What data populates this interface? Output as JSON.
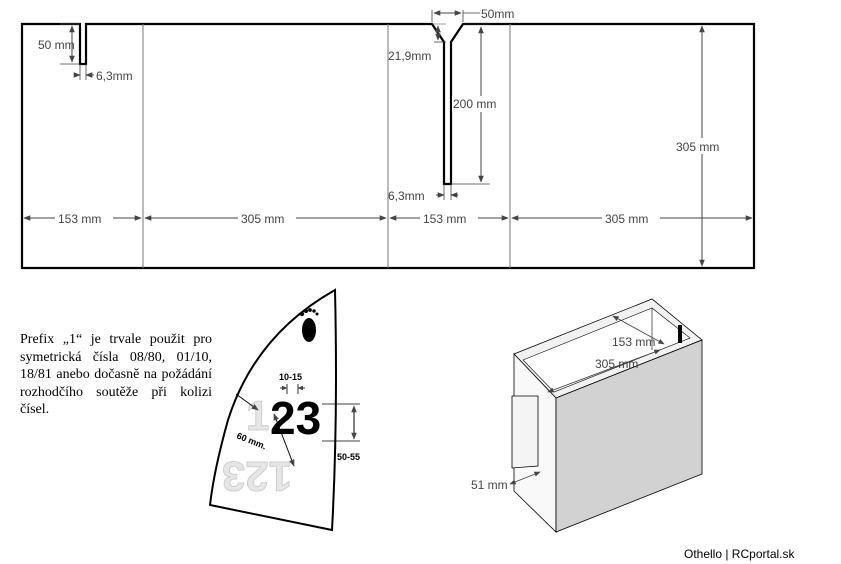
{
  "flat_pattern": {
    "slot_depth": "50 mm",
    "slot_width_left": "6,3mm",
    "chamfer_width": "50mm",
    "chamfer_depth": "21,9mm",
    "slot_length": "200 mm",
    "slot_width_right": "6,3mm",
    "height": "305 mm",
    "panel_widths": [
      "153 mm",
      "305 mm",
      "153 mm",
      "305 mm"
    ]
  },
  "number_plate": {
    "number": "23",
    "ghost_prefix": "1",
    "ghost_numbers": "123",
    "digit_spacing": "10-15",
    "digit_height": "50-55",
    "distance": "60 mm."
  },
  "note": {
    "text": "Prefix „1“ je trvale použit pro symetrická čísla 08/80, 01/10, 18/81 anebo dočasně na požádání rozhodčího soutěže při kolizi čísel."
  },
  "box_3d": {
    "depth": "153 mm",
    "width": "305 mm",
    "flap": "51 mm"
  },
  "credit": "Othello | RCportal.sk"
}
